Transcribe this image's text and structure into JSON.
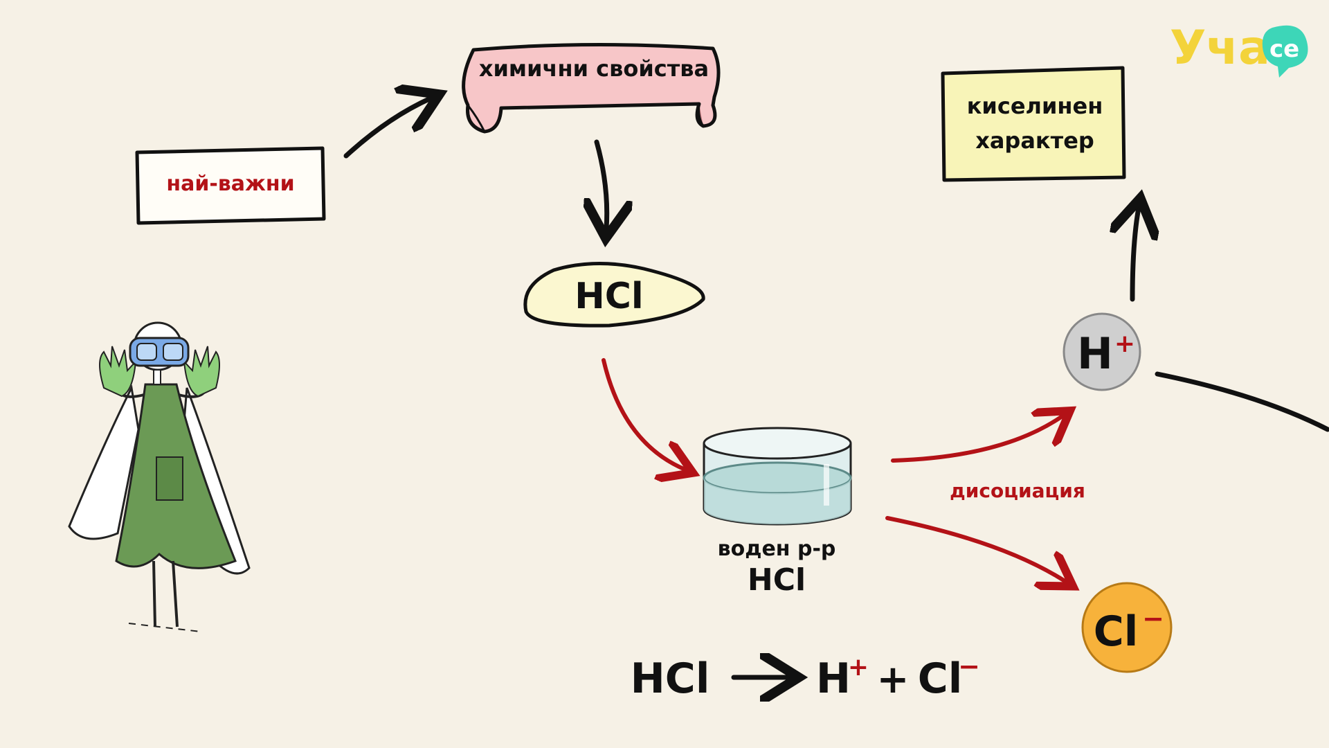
{
  "logo": {
    "text": "Уча",
    "badge": "се",
    "color": "#f3d33a",
    "badge_color": "#3dd6b8"
  },
  "labels": {
    "most_important": "най-важни",
    "chemical_properties": "химични свойства",
    "acidic_line1": "киселинен",
    "acidic_line2": "характер",
    "hcl_blob": "HCl",
    "solution_line1": "воден р-р",
    "solution_line2": "HCl",
    "dissociation": "дисоциация",
    "hydrogen_ion": "H",
    "hydrogen_charge": "+",
    "chloride_ion": "Cl",
    "chloride_charge": "−"
  },
  "equation": {
    "reactant": "HCl",
    "product1": "H",
    "product1_charge": "+",
    "plus": "+",
    "product2": "Cl",
    "product2_charge": "−"
  },
  "colors": {
    "background": "#f6f1e6",
    "accent_red": "#b31217",
    "banner_pink": "#f7c6c8",
    "acidic_box": "#f8f4b8",
    "hcl_blob": "#fbf7d0",
    "hydrogen_circle": "#cfcfcf",
    "chloride_circle": "#f7b23b",
    "scientist_apron": "#6b9a55",
    "gloves": "#8fd07c",
    "goggles": "#7aa9e6"
  }
}
